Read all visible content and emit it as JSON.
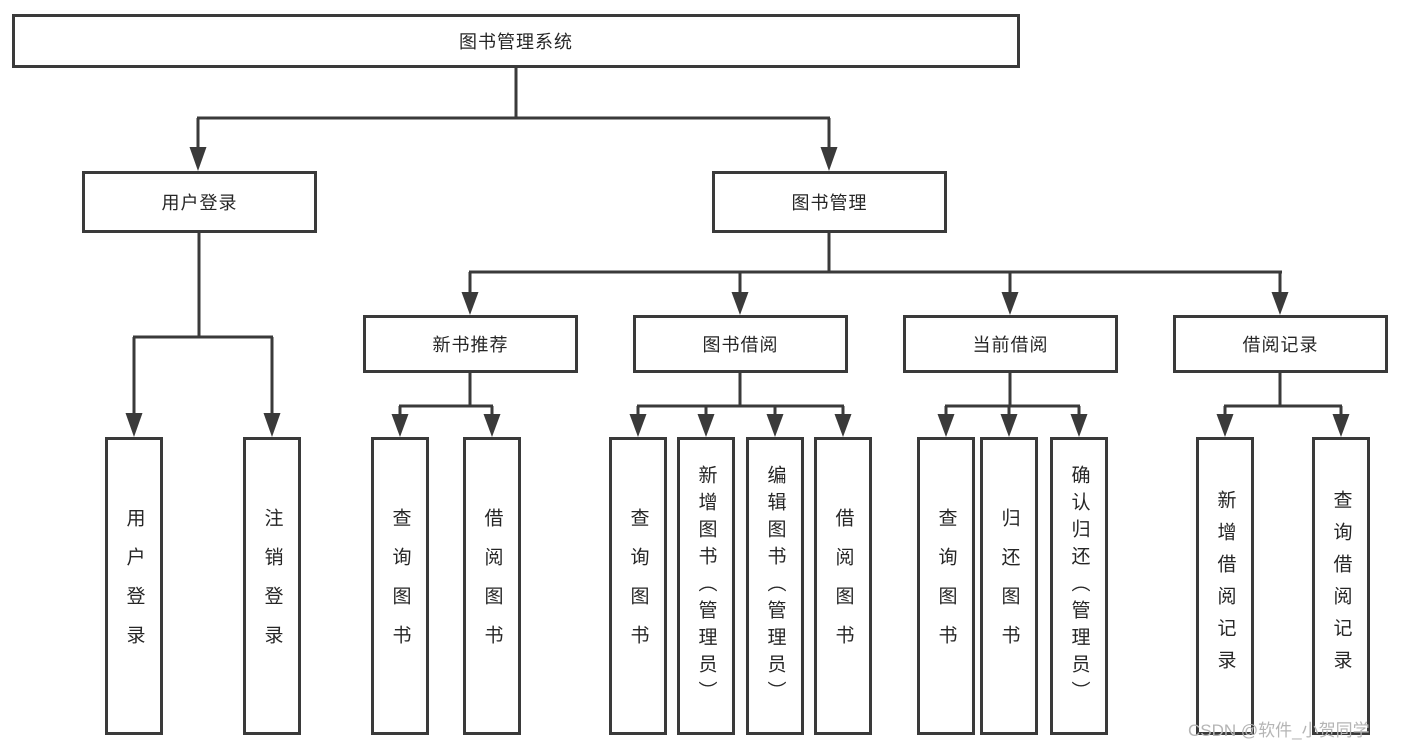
{
  "diagram": {
    "title": "图书管理系统",
    "root": {
      "label": "图书管理系统"
    },
    "level2": {
      "user_login": {
        "label": "用户登录"
      },
      "book_mgmt": {
        "label": "图书管理"
      }
    },
    "level3": {
      "new_books": {
        "label": "新书推荐"
      },
      "borrowing": {
        "label": "图书借阅"
      },
      "current": {
        "label": "当前借阅"
      },
      "records": {
        "label": "借阅记录"
      }
    },
    "leaves": {
      "a1": {
        "label": "用户登录"
      },
      "a2": {
        "label": "注销登录"
      },
      "b1": {
        "label": "查询图书"
      },
      "b2": {
        "label": "借阅图书"
      },
      "c1": {
        "label": "查询图书"
      },
      "c2": {
        "label": "新增图书（管理员）"
      },
      "c3": {
        "label": "编辑图书（管理员）"
      },
      "c4": {
        "label": "借阅图书"
      },
      "d1": {
        "label": "查询图书"
      },
      "d2": {
        "label": "归还图书"
      },
      "d3": {
        "label": "确认归还（管理员）"
      },
      "e1": {
        "label": "新增借阅记录"
      },
      "e2": {
        "label": "查询借阅记录"
      }
    }
  },
  "watermark": {
    "text": "CSDN @软件_小贺同学"
  },
  "colors": {
    "background": "#ffffff",
    "line": "#3a3a3a",
    "box_border": "#3a3a3a",
    "text": "#262626",
    "watermark": "#b5b5b5"
  }
}
